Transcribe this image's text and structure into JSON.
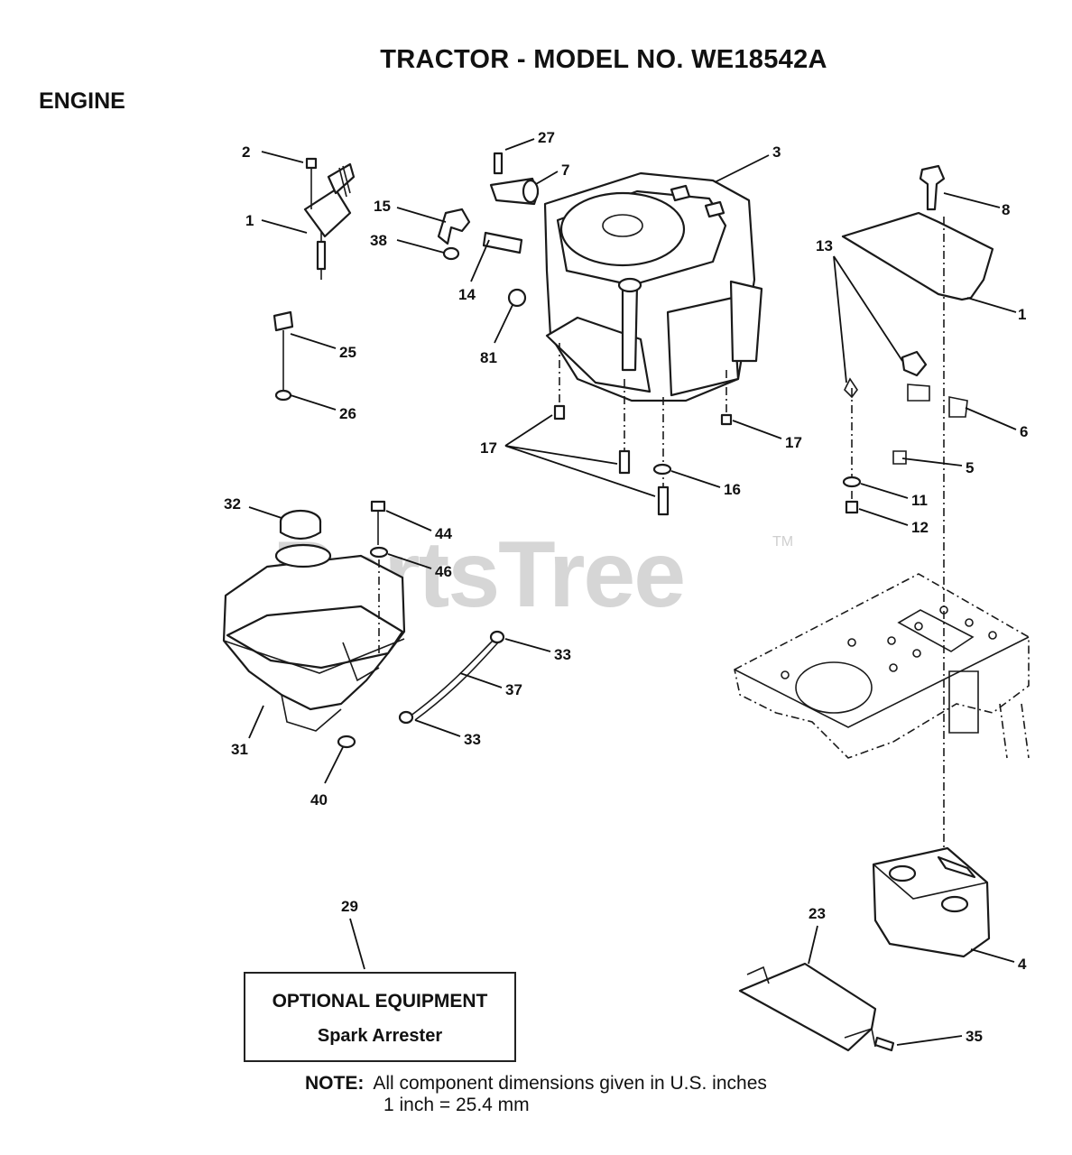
{
  "header": {
    "title": "TRACTOR - MODEL NO. WE18542A",
    "section": "ENGINE"
  },
  "watermark": {
    "text": "PartsTree",
    "mark": "TM"
  },
  "callouts": [
    "1",
    "2",
    "27",
    "7",
    "3",
    "15",
    "38",
    "14",
    "81",
    "8",
    "1",
    "25",
    "26",
    "13",
    "6",
    "5",
    "17",
    "17",
    "16",
    "11",
    "12",
    "32",
    "44",
    "46",
    "33",
    "37",
    "33",
    "31",
    "40",
    "29",
    "23",
    "4",
    "35"
  ],
  "optional_box": {
    "title": "OPTIONAL EQUIPMENT",
    "item": "Spark Arrester"
  },
  "note": {
    "label": "NOTE:",
    "line1": "All component dimensions given in U.S. inches",
    "line2": "1 inch = 25.4 mm"
  }
}
